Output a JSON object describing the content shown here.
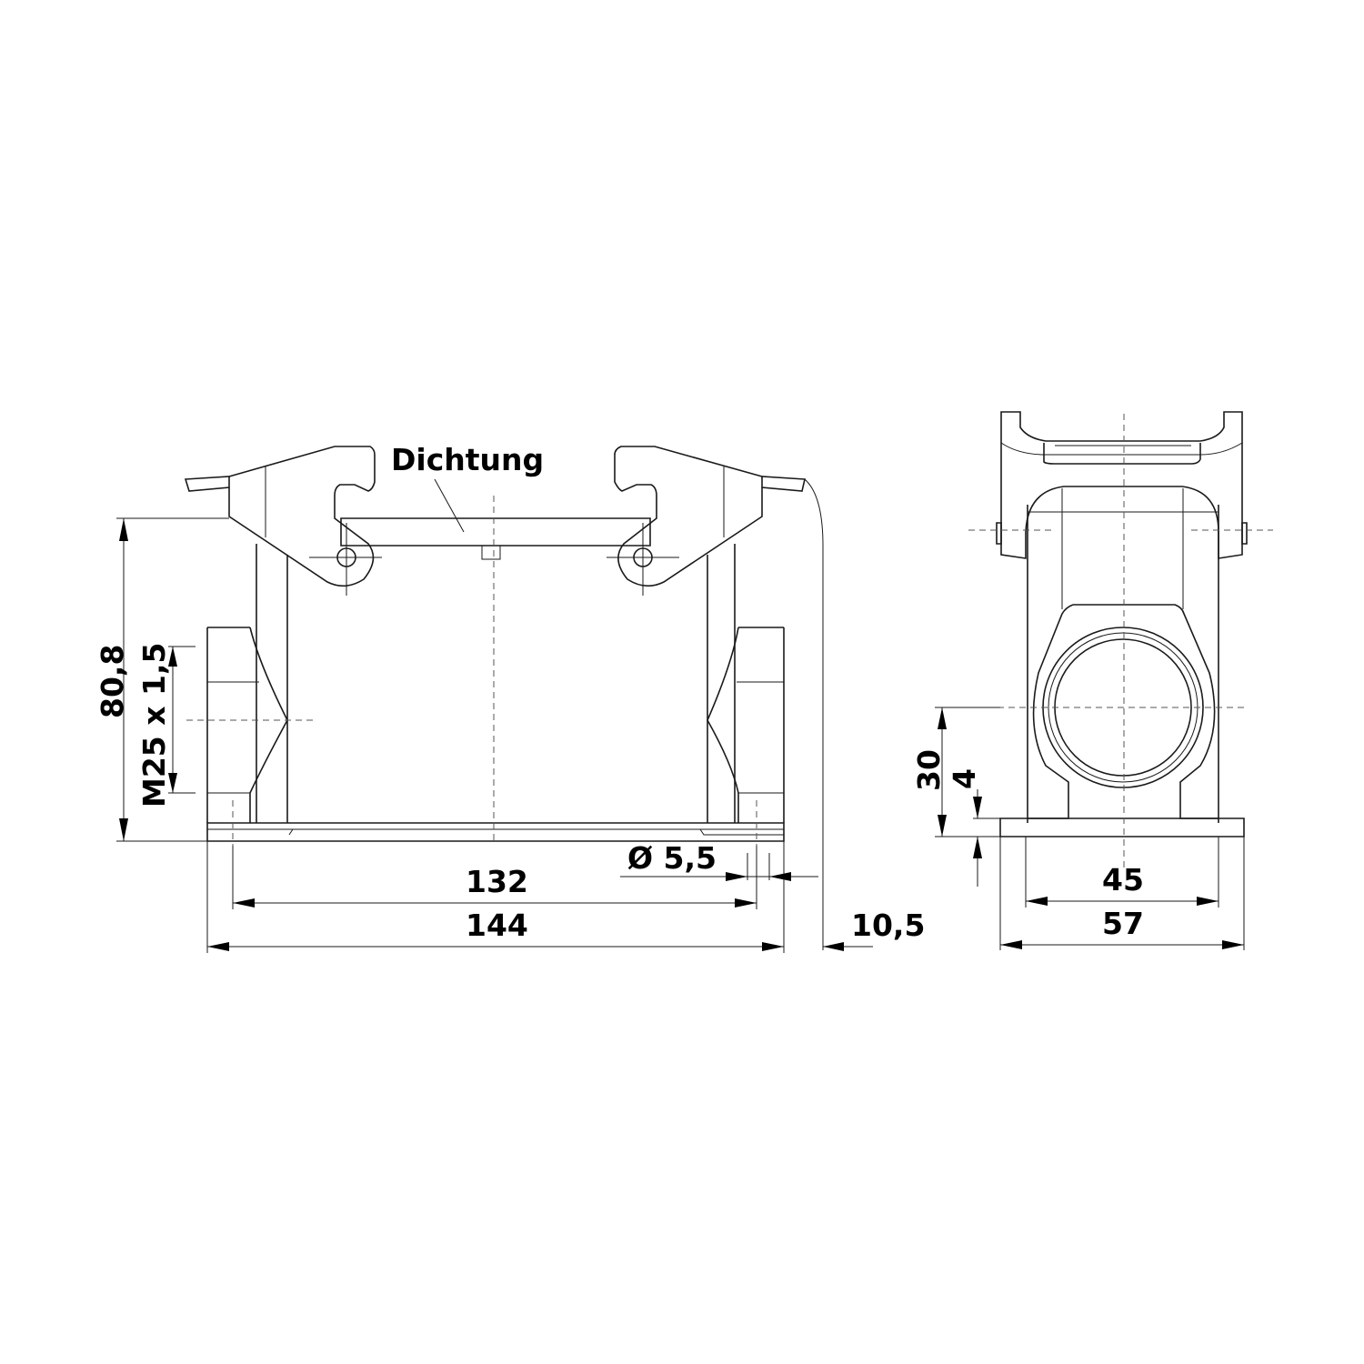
{
  "drawing": {
    "callout": "Dichtung",
    "front_view": {
      "height_label": "80,8",
      "thread_label": "M25 x 1,5",
      "hole_label": "Ø 5,5",
      "inner_width_label": "132",
      "outer_width_label": "144",
      "offset_label": "10,5"
    },
    "side_view": {
      "center_height_label": "30",
      "foot_height_label": "4",
      "inner_width_label": "45",
      "outer_width_label": "57"
    }
  }
}
